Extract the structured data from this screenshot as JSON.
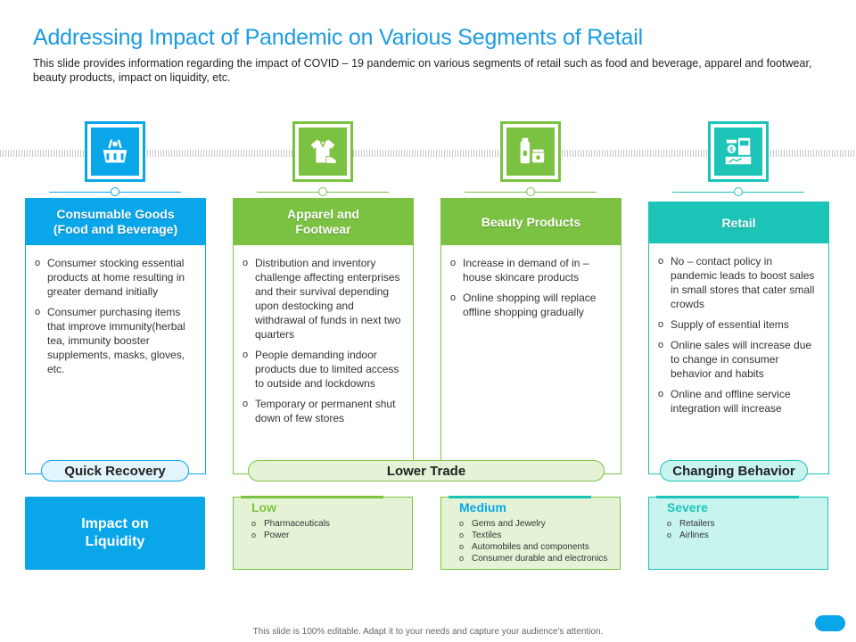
{
  "title": "Addressing Impact of Pandemic on Various Segments of Retail",
  "subtitle": "This slide provides information regarding the impact of COVID – 19 pandemic on various segments of retail such as food and beverage, apparel and footwear, beauty products, impact on liquidity, etc.",
  "colors": {
    "title": "#1a9be0",
    "blue": "#0aa6ea",
    "green": "#7cc242",
    "teal": "#1cc4b8",
    "green_light": "#e4f3d6",
    "teal_light": "#c8f4f0",
    "blue_light": "#e2f4fc"
  },
  "segments": [
    {
      "icon": "shopping-basket-icon",
      "heading": "Consumable Goods\n(Food and Beverage)",
      "bullets": [
        "Consumer stocking essential products at home resulting in greater demand initially",
        "Consumer purchasing items that improve immunity(herbal tea, immunity booster supplements, masks, gloves, etc."
      ]
    },
    {
      "icon": "shirt-shoe-icon",
      "heading": "Apparel and\nFootwear",
      "bullets": [
        "Distribution and inventory challenge affecting enterprises and their survival depending upon destocking and withdrawal of funds in next two quarters",
        "People demanding indoor products due to limited access to outside and lockdowns",
        "Temporary or permanent shut down of few stores"
      ]
    },
    {
      "icon": "cosmetics-icon",
      "heading": "Beauty Products",
      "bullets": [
        "Increase in demand of in – house skincare products",
        "Online shopping will replace offline shopping gradually"
      ]
    },
    {
      "icon": "retail-store-icon",
      "heading": "Retail",
      "bullets": [
        "No – contact policy in pandemic leads to boost sales in small stores that cater small crowds",
        "Supply of essential items",
        "Online sales will increase due to change in consumer behavior and habits",
        "Online and offline service integration will increase"
      ]
    }
  ],
  "pills": {
    "quick_recovery": "Quick Recovery",
    "lower_trade": "Lower Trade",
    "changing_behavior": "Changing Behavior"
  },
  "impact_label": "Impact on\nLiquidity",
  "levels": [
    {
      "title": "Low",
      "items": [
        "Pharmaceuticals",
        "Power"
      ]
    },
    {
      "title": "Medium",
      "items": [
        "Gems and Jewelry",
        "Textiles",
        "Automobiles and components",
        "Consumer durable and electronics"
      ]
    },
    {
      "title": "Severe",
      "items": [
        "Retailers",
        "Airlines"
      ]
    }
  ],
  "footer": "This slide is 100% editable. Adapt it to your needs and capture your audience's attention."
}
